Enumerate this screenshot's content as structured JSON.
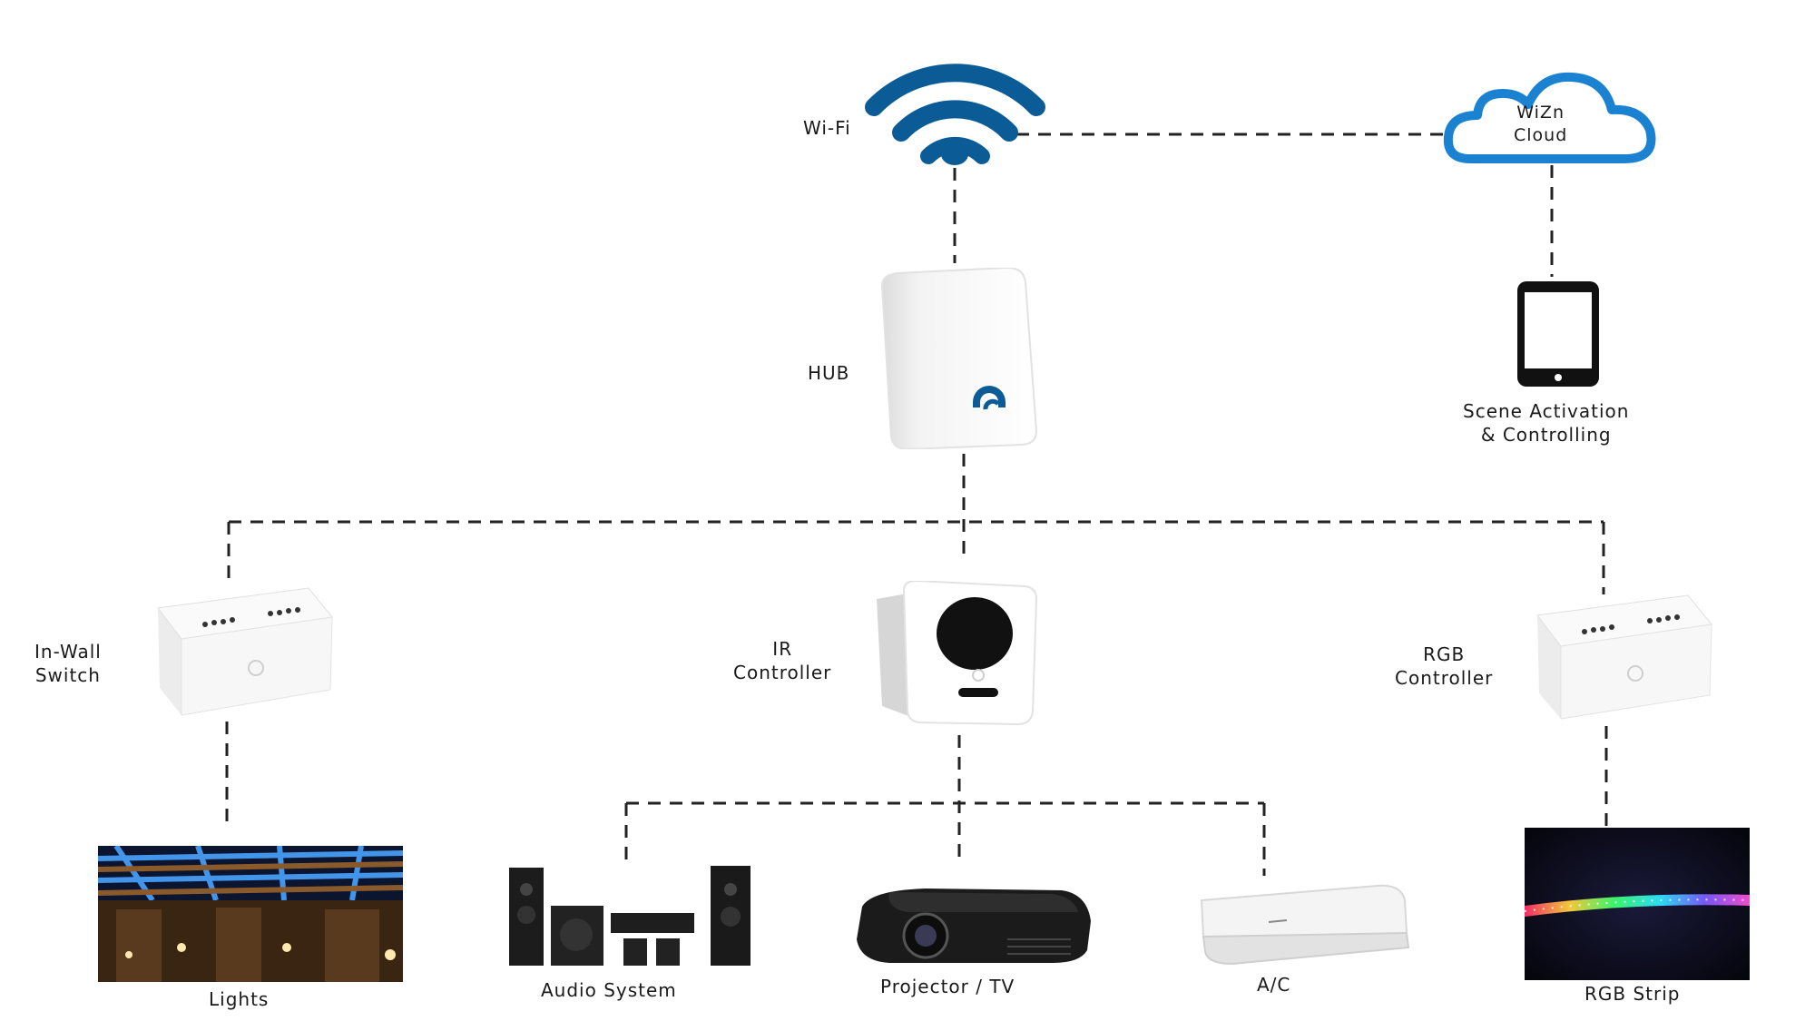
{
  "colors": {
    "wifi_blue": "#0b5c96",
    "cloud_blue": "#1a82d1",
    "connector": "#222222"
  },
  "labels": {
    "wifi": "Wi-Fi",
    "cloud": "WiZn\nCloud",
    "hub": "HUB",
    "phone": "Scene Activation\n& Controlling",
    "inwall": "In-Wall\nSwitch",
    "ir": "IR\nController",
    "rgb_ctrl": "RGB\nController",
    "lights": "Lights",
    "audio": "Audio System",
    "projector": "Projector / TV",
    "ac": "A/C",
    "rgb_strip": "RGB Strip"
  },
  "icons": {
    "wifi": "wifi-icon",
    "cloud": "cloud-icon",
    "hub": "hub-device-icon",
    "phone": "smartphone-icon",
    "inwall": "in-wall-switch-icon",
    "ir": "ir-controller-icon",
    "rgb_ctrl": "rgb-controller-icon",
    "lights": "lights-photo",
    "audio": "audio-system-icon",
    "projector": "projector-icon",
    "ac": "air-conditioner-icon",
    "rgb_strip": "rgb-strip-photo"
  }
}
